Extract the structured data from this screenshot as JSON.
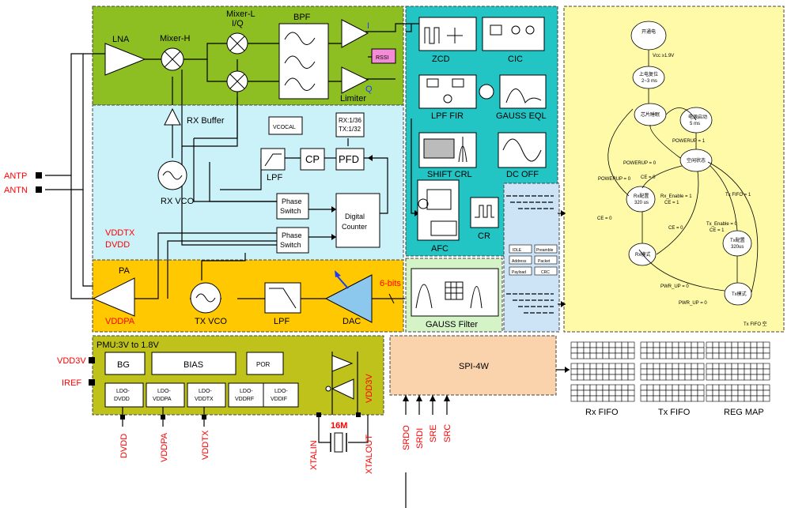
{
  "regions": {
    "pmu": "PMU:3V to 1.8V",
    "vddtx": "VDDTX",
    "dvdd": "DVDD",
    "vddpa": "VDDPA",
    "vdd3v": "VDD3V"
  },
  "rx": {
    "lna": "LNA",
    "mixer_h": "Mixer-H",
    "mixer_l1": "Mixer-L",
    "mixer_l2": "I/Q",
    "bpf": "BPF",
    "i": "I",
    "q": "Q",
    "rssi": "RSSI",
    "limiter": "Limiter",
    "rx_buffer": "RX Buffer",
    "rx_vco": "RX VCO",
    "vcocal": "VCOCAL",
    "div1": "RX:1/36",
    "div2": "TX:1/32",
    "lpf": "LPF",
    "cp": "CP",
    "pfd": "PFD",
    "phase_switch_1a": "Phase",
    "phase_switch_1b": "Switch",
    "phase_switch_2a": "Phase",
    "phase_switch_2b": "Switch",
    "digital_counter_a": "Digital",
    "digital_counter_b": "Counter"
  },
  "tx": {
    "pa": "PA",
    "tx_vco": "TX VCO",
    "lpf": "LPF",
    "dac": "DAC",
    "bits": "6-bits",
    "gauss_filter": "GAUSS Filter"
  },
  "dsp": {
    "zcd": "ZCD",
    "cic": "CIC",
    "lpf_fir": "LPF FIR",
    "gauss_eql": "GAUSS EQL",
    "shift_crl": "SHIFT CRL",
    "dc_off": "DC OFF",
    "afc": "AFC",
    "cr": "CR"
  },
  "pmu": {
    "bg": "BG",
    "bias": "BIAS",
    "por": "POR",
    "ldo1a": "LDO-",
    "ldo1b": "DVDD",
    "ldo2a": "LDO-",
    "ldo2b": "VDDPA",
    "ldo3a": "LDO-",
    "ldo3b": "VDDTX",
    "ldo4a": "LDO-",
    "ldo4b": "VDDRF",
    "ldo5a": "LDO-",
    "ldo5b": "VDDIF"
  },
  "pins": {
    "antp": "ANTP",
    "antn": "ANTN",
    "vdd3v": "VDD3V",
    "iref": "IREF",
    "dvdd": "DVDD",
    "vddpa": "VDDPA",
    "vddtx": "VDDTX",
    "xtalin": "XTALIN",
    "xtalout": "XTALOUT",
    "xtal": "16M",
    "srdo": "SRDO",
    "srdi": "SRDI",
    "sre": "SRE",
    "src": "SRC"
  },
  "spi": "SPI-4W",
  "fifo": {
    "rx": "Rx FIFO",
    "tx": "Tx FIFO",
    "reg": "REG MAP"
  },
  "regs": [
    "IDLE",
    "Preamble",
    "Address",
    "Packet",
    "Payload",
    "CRC"
  ],
  "fsm": {
    "n1": "开通电",
    "n2": "上电复位",
    "n2b": "2~3 ms",
    "n3": "芯片睡眠",
    "n4": "空闲状态",
    "n5": "Rx配置",
    "n5b": "320 us",
    "n6": "Rx模式",
    "n7": "Tx配置",
    "n7b": "320us",
    "n8": "Tx模式",
    "n9": "电源启动",
    "n9b": "5 ms",
    "e1": "Vcc ≥1.9V",
    "e2": "POWERUP = 1",
    "e3": "POWERUP = 0",
    "e4": "POWERUP = 0",
    "e5": "CE = 0",
    "e6": "CE = 0",
    "e7": "CE = 0",
    "e8": "PWR_UP = 0",
    "e9": "PWR_UP = 0",
    "e10": "Tx FIFO = 1",
    "e11": "Tx_Enable = 0",
    "e12": "CE = 1",
    "e13": "Rx_Enable = 1",
    "e14": "CE = 1",
    "e15": "Tx FIFO 空"
  }
}
